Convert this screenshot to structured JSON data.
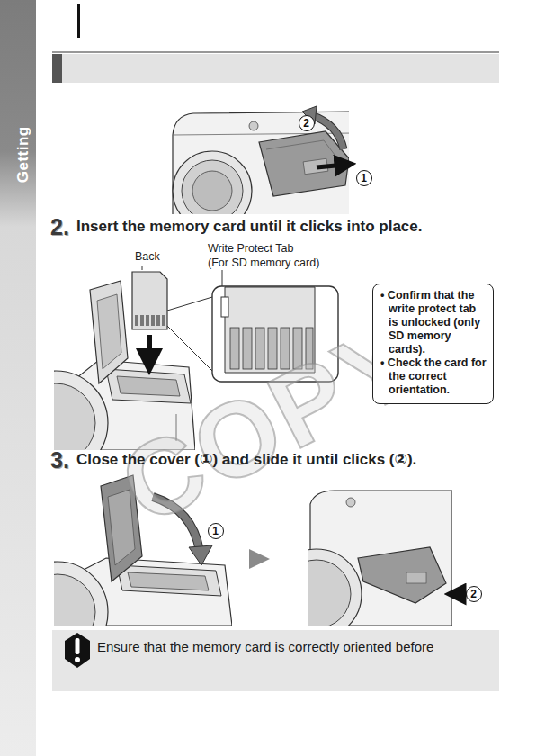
{
  "diagram": {
    "nodes": [
      {
        "text": [
          "• Confirm that the write protect tab is unlocked (only SD memory cards).",
          "• Check the card for the correct orientation."
        ]
      },
      {
        "text": [
          "Ensure that the memory card is correctly oriented before"
        ]
      }
    ],
    "labels": [
      "Getting",
      "2",
      "1",
      "2.",
      "Insert the memory card until it clicks into place.",
      "Back",
      "Write Protect Tab",
      "(For SD memory card)",
      "3.",
      "Close the cover (①) and slide it until clicks (②).",
      "1",
      "2",
      "COPY"
    ]
  }
}
